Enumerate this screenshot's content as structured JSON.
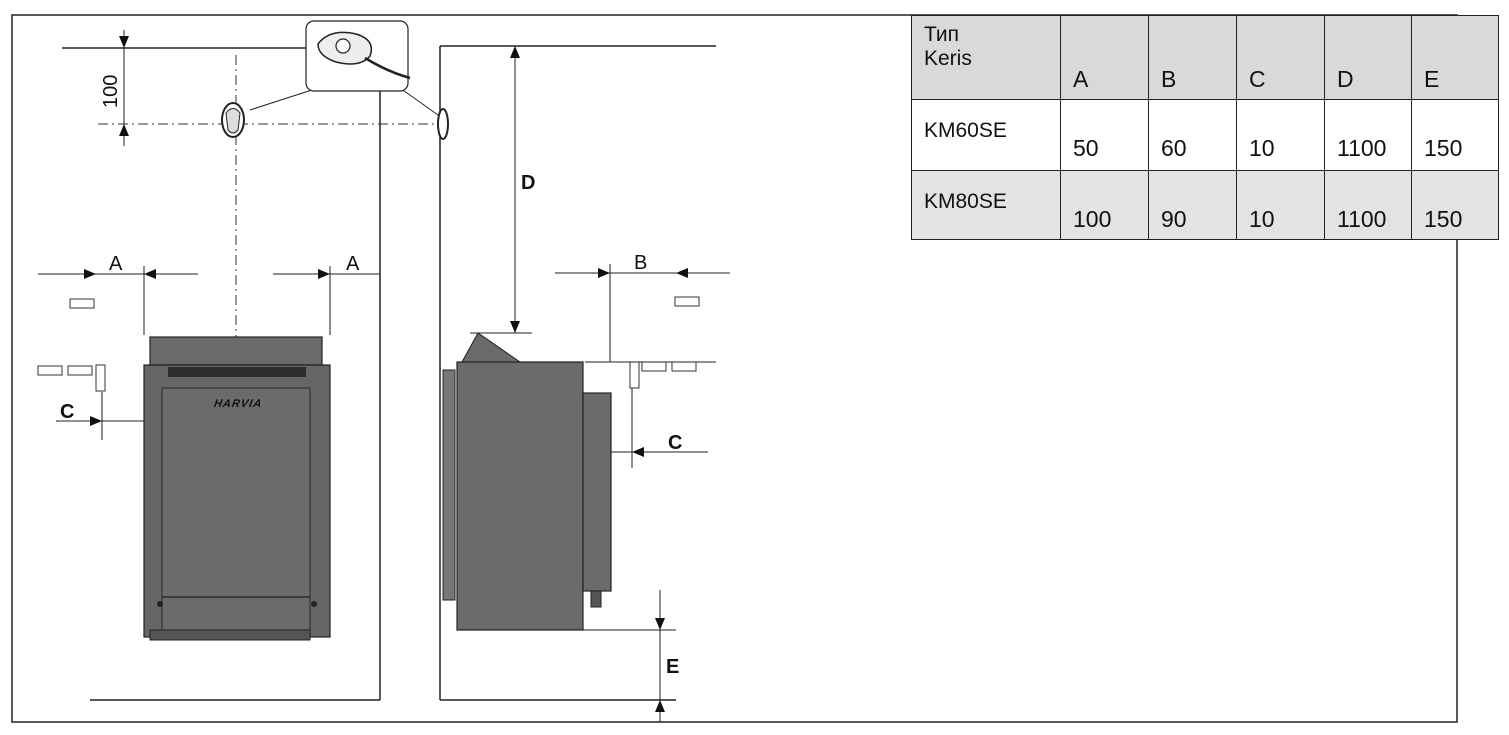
{
  "dimensions": {
    "top_offset": "100",
    "a_left": "A",
    "a_right": "A",
    "b": "B",
    "c_left": "C",
    "c_right": "C",
    "d": "D",
    "e": "E"
  },
  "heater_brand": "HARVIA",
  "spec_table": {
    "header": [
      "Тип\nKeris",
      "A",
      "B",
      "C",
      "D",
      "E"
    ],
    "rows": [
      [
        "KM60SE",
        "50",
        "60",
        "10",
        "1100",
        "150"
      ],
      [
        "KM80SE",
        "100",
        "90",
        "10",
        "1100",
        "150"
      ]
    ]
  },
  "colors": {
    "heater_body": "#6b6b6b",
    "heater_dark": "#3a3a3a",
    "table_header": "#d9d9d9",
    "table_row_alt": "#e3e3e3"
  }
}
